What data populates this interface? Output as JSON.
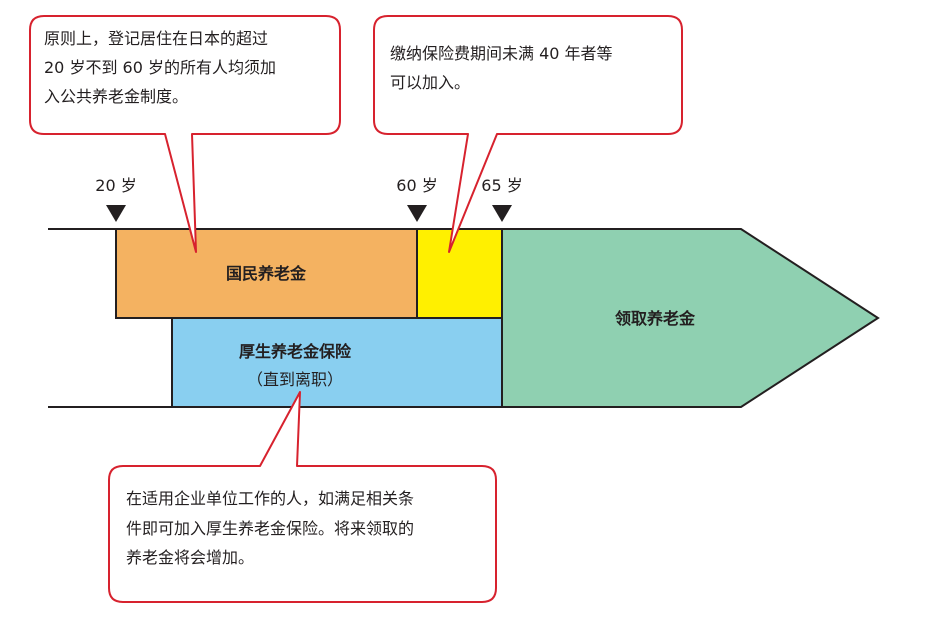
{
  "callouts": {
    "top_left": {
      "lines": [
        "原则上，登记居住在日本的超过",
        "20 岁不到 60 岁的所有人均须加",
        "入公共养老金制度。"
      ]
    },
    "top_right": {
      "lines": [
        "缴纳保险费期间未满 40 年者等",
        "可以加入。"
      ]
    },
    "bottom": {
      "lines": [
        "在适用企业单位工作的人，如满足相关条",
        "件即可加入厚生养老金保险。将来领取的",
        "养老金将会增加。"
      ]
    }
  },
  "ages": {
    "age20": "20 岁",
    "age60": "60 岁",
    "age65": "65 岁"
  },
  "blocks": {
    "national_pension": "国民养老金",
    "welfare_pension": "厚生养老金保险",
    "welfare_pension_sub": "（直到离职）",
    "receive_pension": "领取养老金"
  },
  "colors": {
    "national_pension": "#f4b261",
    "voluntary": "#fff000",
    "welfare_pension": "#89cff0",
    "receive_pension": "#8fd0b1",
    "callout_border": "#d7222e"
  }
}
